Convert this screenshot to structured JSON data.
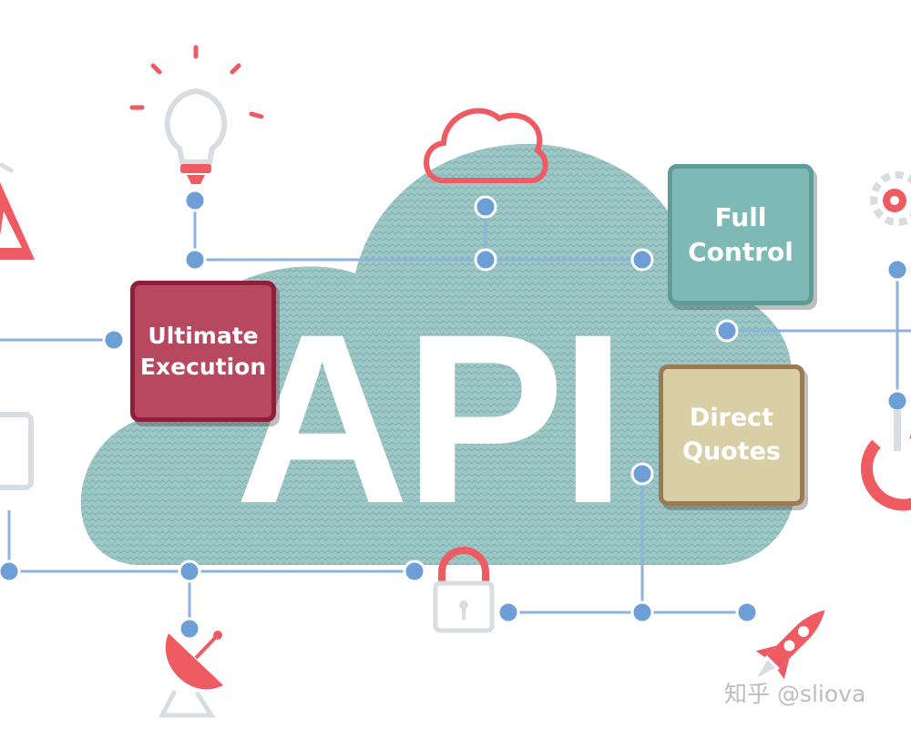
{
  "diagram": {
    "center_label": "API",
    "boxes": {
      "execution": {
        "line1": "Ultimate",
        "line2": "Execution",
        "color": "#b84860"
      },
      "control": {
        "line1": "Full",
        "line2": "Control",
        "color": "#7fb9b6"
      },
      "quotes": {
        "line1": "Direct",
        "line2": "Quotes",
        "color": "#d9cfa6"
      }
    },
    "icons": [
      "lightbulb-icon",
      "cloud-icon",
      "warning-icon",
      "gear-icon",
      "document-icon",
      "power-icon",
      "padlock-icon",
      "satellite-dish-icon",
      "rocket-icon"
    ],
    "colors": {
      "cloud_fill": "#9cc7c6",
      "connector": "#8db3dc",
      "node": "#6d9fd6",
      "icon_red": "#ee5b63"
    }
  },
  "watermark": "知乎 @sliova"
}
